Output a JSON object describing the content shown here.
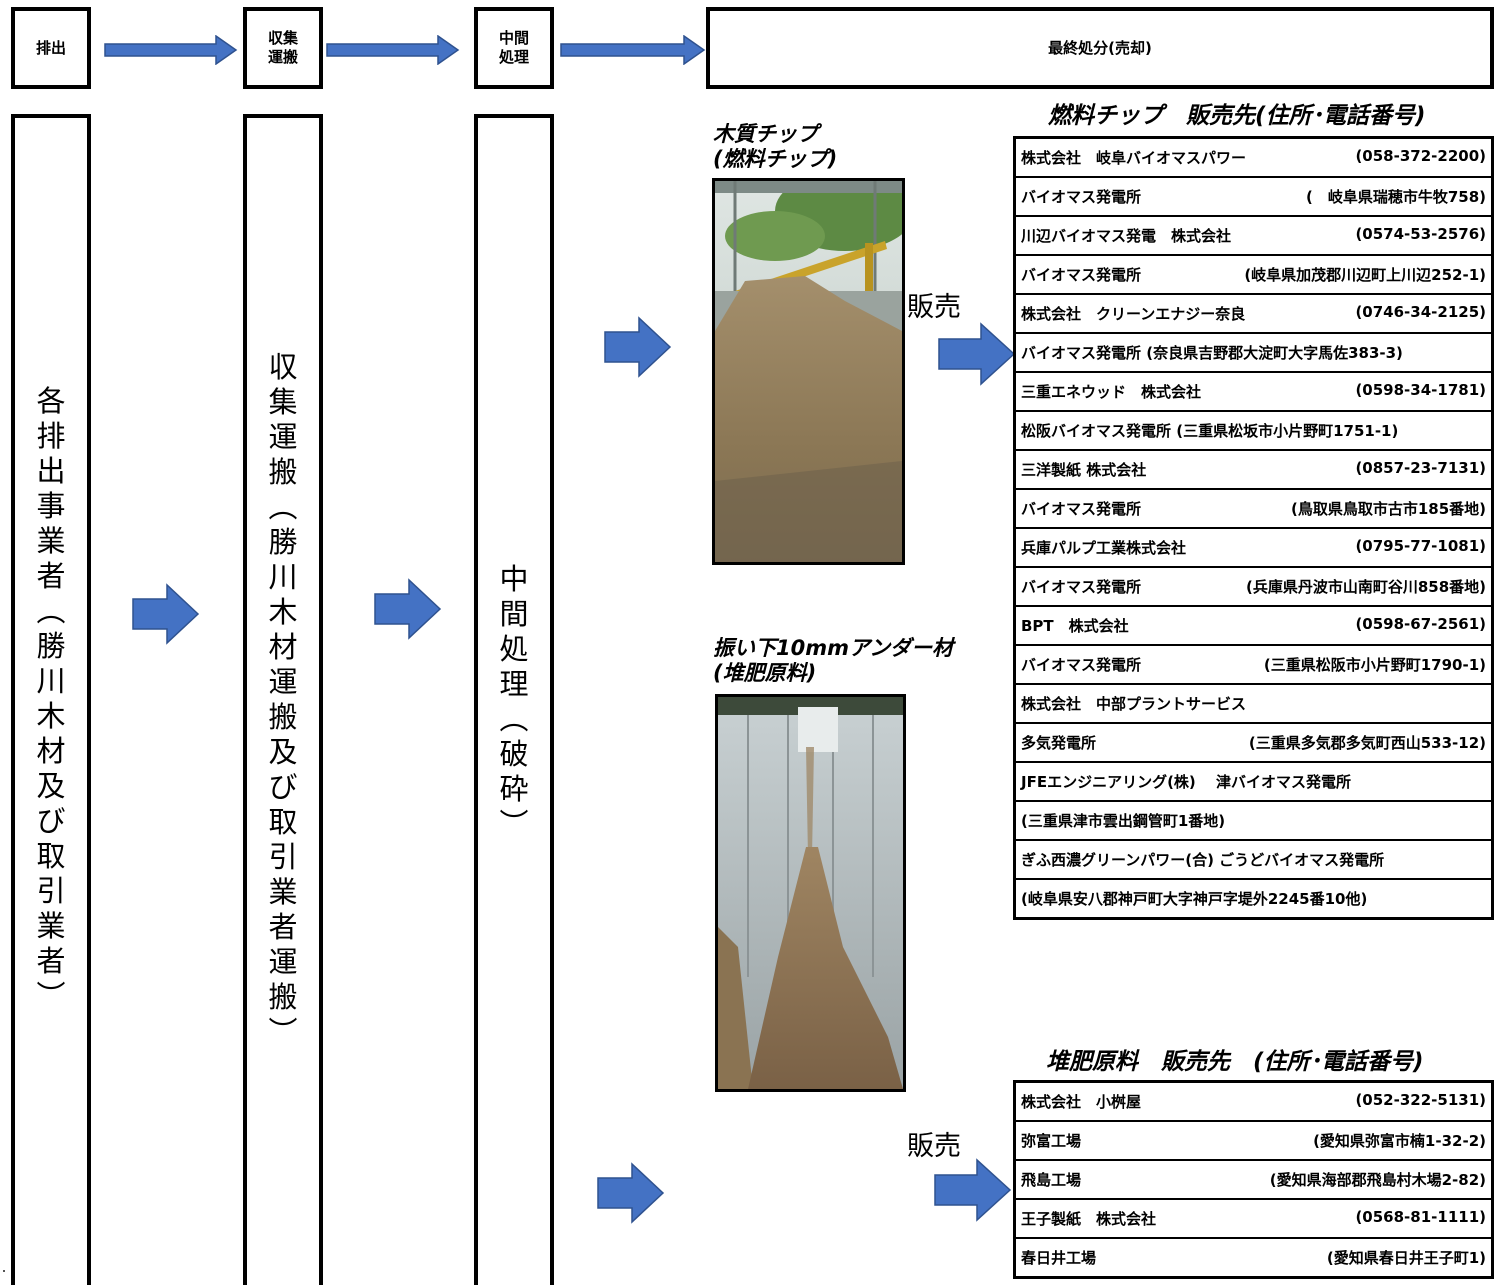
{
  "flow_headers": {
    "discharge": [
      "排出"
    ],
    "collection": [
      "収集",
      "運搬"
    ],
    "intermediate": [
      "中間",
      "処理"
    ],
    "final": "最終処分(売却)"
  },
  "columns": {
    "col1": [
      "各",
      "排",
      "出",
      "事",
      "業",
      "者",
      "︵",
      "勝",
      "川",
      "木",
      "材",
      "及",
      "び",
      "取",
      "引",
      "業",
      "者",
      "︶"
    ],
    "col2": [
      "収",
      "集",
      "運",
      "搬",
      "︵",
      "勝",
      "川",
      "木",
      "材",
      "運",
      "搬",
      "及",
      "び",
      "取",
      "引",
      "業",
      "者",
      "運",
      "搬",
      "︶"
    ],
    "col3": [
      "中",
      "間",
      "処",
      "理",
      "︵",
      "破",
      "砕",
      "︶"
    ]
  },
  "products": {
    "fuel_caption": [
      "木質チップ",
      "(燃料チップ)"
    ],
    "compost_caption": [
      "振い下10mmアンダー材",
      "(堆肥原料)"
    ]
  },
  "sale_label": "販売",
  "fuel_buyers": {
    "title": "燃料チップ　販売先(住所･電話番号)",
    "rows": [
      {
        "left": "株式会社　岐阜バイオマスパワー",
        "right": "(058-372-2200)"
      },
      {
        "left": "バイオマス発電所",
        "right": "(　岐阜県瑞穂市牛牧758)"
      },
      {
        "left": "川辺バイオマス発電　株式会社",
        "right": "(0574-53-2576)"
      },
      {
        "left": "バイオマス発電所",
        "right": "(岐阜県加茂郡川辺町上川辺252-1)"
      },
      {
        "left": "株式会社　クリーンエナジー奈良",
        "right": "(0746-34-2125)"
      },
      {
        "left": "バイオマス発電所 (奈良県吉野郡大淀町大字馬佐383-3)",
        "right": ""
      },
      {
        "left": "三重エネウッド　株式会社",
        "right": "(0598-34-1781)"
      },
      {
        "left": "松阪バイオマス発電所 (三重県松坂市小片野町1751-1)",
        "right": ""
      },
      {
        "left": "三洋製紙 株式会社",
        "right": "(0857-23-7131)"
      },
      {
        "left": "バイオマス発電所",
        "right": "(鳥取県鳥取市古市185番地)"
      },
      {
        "left": "兵庫パルプ工業株式会社",
        "right": "(0795-77-1081)"
      },
      {
        "left": "バイオマス発電所",
        "right": "(兵庫県丹波市山南町谷川858番地)"
      },
      {
        "left": "BPT　株式会社",
        "right": "(0598-67-2561)"
      },
      {
        "left": "バイオマス発電所",
        "right": "(三重県松阪市小片野町1790-1)"
      },
      {
        "left": "株式会社　中部プラントサービス",
        "right": ""
      },
      {
        "left": "多気発電所",
        "right": "(三重県多気郡多気町西山533-12)"
      },
      {
        "left": "JFEエンジニアリング(株)　 津バイオマス発電所",
        "right": ""
      },
      {
        "left": "(三重県津市雲出鋼管町1番地)",
        "right": ""
      },
      {
        "left": "ぎふ西濃グリーンパワー(合) ごうどバイオマス発電所",
        "right": ""
      },
      {
        "left": "(岐阜県安八郡神戸町大字神戸字堤外2245番10他)",
        "right": ""
      }
    ]
  },
  "compost_buyers": {
    "title": "堆肥原料　販売先　(住所･電話番号)",
    "rows": [
      {
        "left": "株式会社　小桝屋",
        "right": "(052-322-5131)"
      },
      {
        "left": "弥富工場",
        "right": "(愛知県弥富市楠1-32-2)"
      },
      {
        "left": "飛島工場",
        "right": "(愛知県海部郡飛島村木場2-82)"
      },
      {
        "left": "王子製紙　株式会社",
        "right": "(0568-81-1111)"
      },
      {
        "left": "春日井工場",
        "right": "(愛知県春日井王子町1)"
      }
    ]
  },
  "colors": {
    "arrow_fill": "#4472C4",
    "arrow_stroke": "#2F528F"
  }
}
